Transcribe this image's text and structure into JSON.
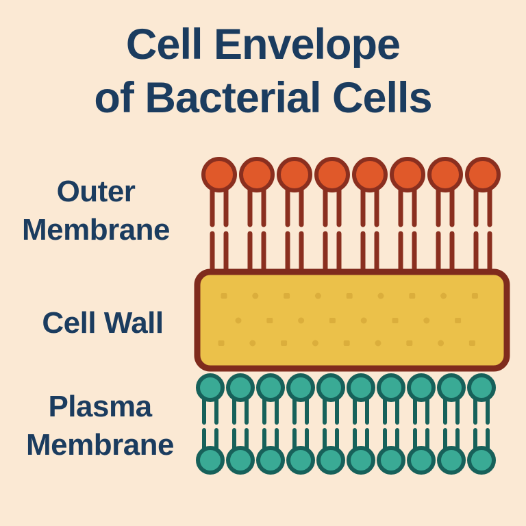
{
  "title": {
    "line1": "Cell Envelope",
    "line2": "of Bacterial Cells"
  },
  "labels": {
    "outer_membrane": {
      "line1": "Outer",
      "line2": "Membrane"
    },
    "cell_wall": {
      "line1": "Cell Wall"
    },
    "plasma_membrane": {
      "line1": "Plasma",
      "line2": "Membrane"
    }
  },
  "colors": {
    "background": "#FBE9D4",
    "text": "#1B3C5F",
    "lps_head_fill": "#E0592A",
    "lps_outline": "#8A2F1F",
    "cell_wall_fill": "#EBC14A",
    "cell_wall_dot": "#DBAE3C",
    "cell_wall_border": "#7F2B1D",
    "phospholipid_head_fill": "#3AAA95",
    "phospholipid_outline": "#17615A"
  },
  "diagram": {
    "outer_membrane": {
      "lipid_count": 8,
      "tails_per_lipid": 2
    },
    "cell_wall": {
      "dot_rows": [
        9,
        8,
        9
      ]
    },
    "plasma_membrane": {
      "columns": 10,
      "layers": 2,
      "tails_per_lipid": 2
    }
  }
}
